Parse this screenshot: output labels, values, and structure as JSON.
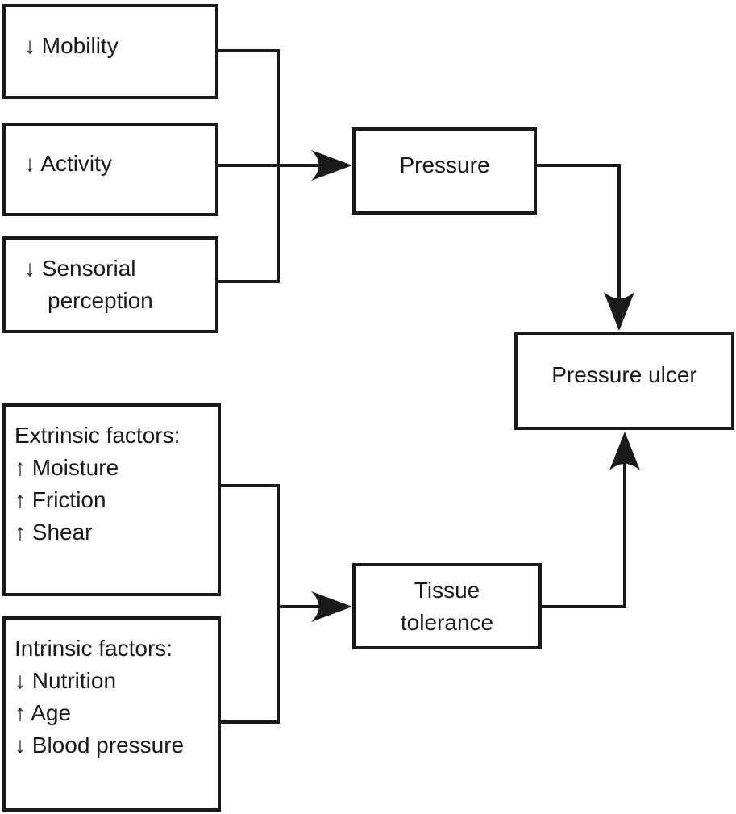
{
  "nodes": {
    "mobility": {
      "label": "↓ Mobility"
    },
    "activity": {
      "label": "↓ Activity"
    },
    "sensorial": {
      "line1": "↓ Sensorial",
      "line2": "perception"
    },
    "pressure": {
      "label": "Pressure"
    },
    "pressure_ulcer": {
      "label": "Pressure ulcer"
    },
    "extrinsic": {
      "title": "Extrinsic factors:",
      "items": [
        "↑ Moisture",
        "↑ Friction",
        "↑ Shear"
      ]
    },
    "intrinsic": {
      "title": "Intrinsic factors:",
      "items": [
        "↓ Nutrition",
        "↑ Age",
        "↓ Blood pressure"
      ]
    },
    "tissue": {
      "line1": "Tissue",
      "line2": "tolerance"
    }
  },
  "colors": {
    "ink": "#191919",
    "background": "#ffffff"
  }
}
